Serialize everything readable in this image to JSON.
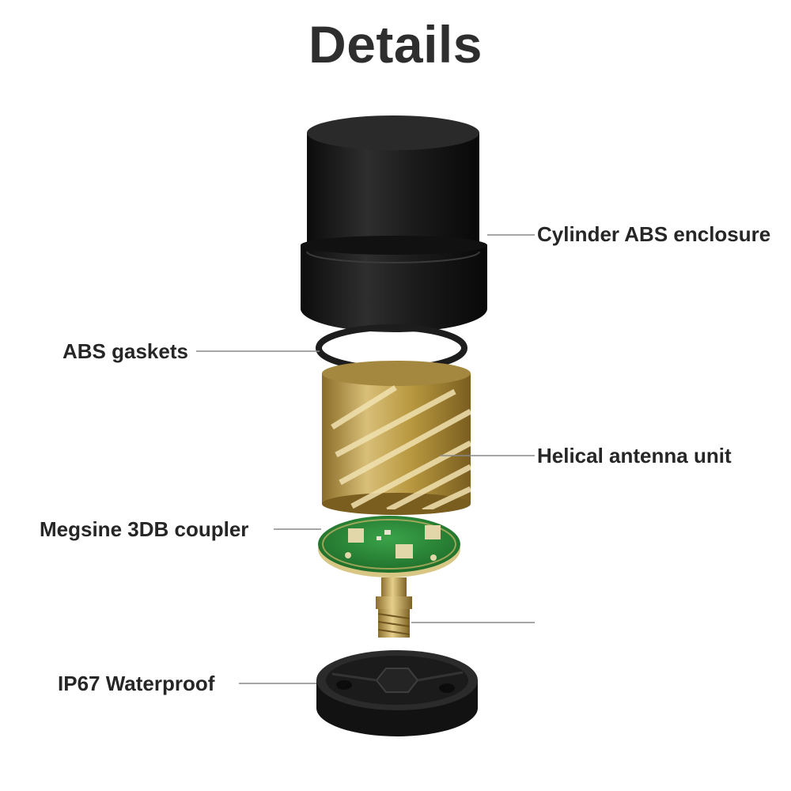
{
  "title": "Details",
  "labels": {
    "enclosure": "Cylinder ABS enclosure",
    "gaskets": "ABS gaskets",
    "antenna": "Helical antenna unit",
    "coupler": "Megsine 3DB coupler",
    "waterproof": "IP67 Waterproof"
  },
  "colors": {
    "enclosure": "#1a1a1a",
    "antenna_gold": "#c9ad5e",
    "pcb_green": "#2e8b3a",
    "connector_brass": "#c8a85a",
    "base": "#151515",
    "leader_line": "#888888"
  }
}
